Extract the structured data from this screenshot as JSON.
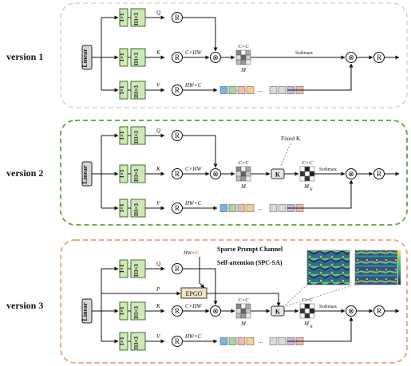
{
  "versions": [
    {
      "label": "version 1"
    },
    {
      "label": "version 2",
      "annotation": "Fixed K"
    },
    {
      "label": "version 3",
      "title_line1": "Sparse Prompt Channel",
      "title_line2": "Self-attention (SPC-SA)"
    }
  ],
  "blocks": {
    "linear": "Linear",
    "conv1": "1×1",
    "conv3": "D3×3",
    "reshape": "R",
    "multiply": "⊗",
    "epgo": "EPGO",
    "k_block": "K"
  },
  "labels": {
    "q": "Q",
    "k": "K",
    "v": "V",
    "p": "P",
    "c_hw": "C×HW",
    "hw_c": "HW×C",
    "c_c": "C×C",
    "m": "M",
    "mk": "M",
    "mk_sub": "K",
    "softmax": "Softmax",
    "ellipsis": "...",
    "hw_text": "HW×",
    "hw_c_red": "C"
  },
  "colors": {
    "v1_border": "#cccccc",
    "v2_border": "#6ab04c",
    "v3_border": "#f4a582",
    "conv_fill": "#cfe8b8",
    "conv_stroke": "#3f6e2a",
    "linear_fill": "#d6d6d6",
    "epgo_fill": "#f3e3c6",
    "token_colors": [
      "#7bb3e0",
      "#a8d5a2",
      "#f2b8a8",
      "#f4cf8a",
      "#d9d9d9",
      "#d9d9d9",
      "#c9b3e6",
      "#f2b8a8"
    ]
  }
}
